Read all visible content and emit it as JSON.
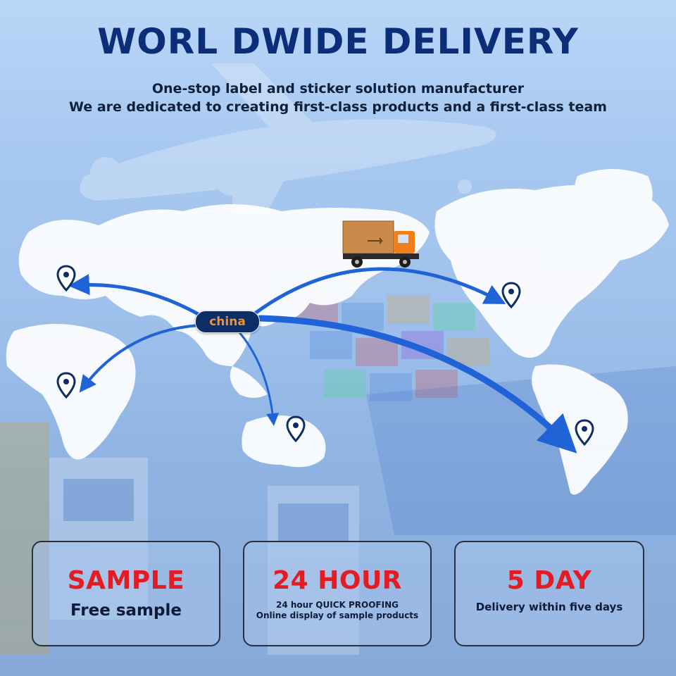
{
  "header": {
    "title": "WORL DWIDE DELIVERY",
    "subtitle_line1": "One-stop label and sticker solution manufacturer",
    "subtitle_line2": "We are dedicated to creating first-class products and a first-class team"
  },
  "map": {
    "origin_label": "china",
    "colors": {
      "arrow": "#1f63d6",
      "pin": "#0c2d66",
      "badge_bg": "#0c2d66",
      "badge_text": "#f0932b",
      "land": "#ffffff"
    },
    "icons": [
      "truck-icon",
      "location-pin-icon",
      "airplane-icon"
    ]
  },
  "cards": [
    {
      "headline": "SAMPLE",
      "text": "Free sample"
    },
    {
      "headline": "24 HOUR",
      "line1": "24 hour QUICK PROOFING",
      "line2": "Online display of sample products"
    },
    {
      "headline": "5 DAY",
      "text": "Delivery within five days"
    }
  ],
  "colors": {
    "title": "#0c2e78",
    "headline_red": "#e31b23",
    "card_text": "#0f1b38",
    "card_border": "#2a3040"
  }
}
